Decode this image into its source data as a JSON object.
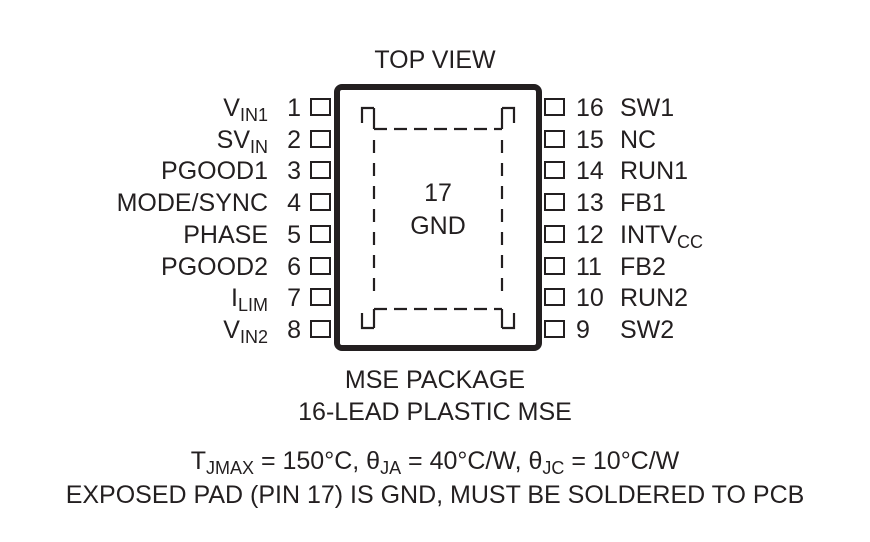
{
  "title": "TOP VIEW",
  "left_pins": [
    {
      "num": "1",
      "name": "V",
      "sub": "IN1",
      "tail": ""
    },
    {
      "num": "2",
      "name": "SV",
      "sub": "IN",
      "tail": ""
    },
    {
      "num": "3",
      "name": "PGOOD1",
      "sub": "",
      "tail": ""
    },
    {
      "num": "4",
      "name": "MODE/SYNC",
      "sub": "",
      "tail": ""
    },
    {
      "num": "5",
      "name": "PHASE",
      "sub": "",
      "tail": ""
    },
    {
      "num": "6",
      "name": "PGOOD2",
      "sub": "",
      "tail": ""
    },
    {
      "num": "7",
      "name": "I",
      "sub": "LIM",
      "tail": ""
    },
    {
      "num": "8",
      "name": "V",
      "sub": "IN2",
      "tail": ""
    }
  ],
  "right_pins": [
    {
      "num": "16",
      "name": "SW1",
      "sub": "",
      "tail": ""
    },
    {
      "num": "15",
      "name": "NC",
      "sub": "",
      "tail": ""
    },
    {
      "num": "14",
      "name": "RUN1",
      "sub": "",
      "tail": ""
    },
    {
      "num": "13",
      "name": "FB1",
      "sub": "",
      "tail": ""
    },
    {
      "num": "12",
      "name": "INTV",
      "sub": "CC",
      "tail": ""
    },
    {
      "num": "11",
      "name": "FB2",
      "sub": "",
      "tail": ""
    },
    {
      "num": "10",
      "name": "RUN2",
      "sub": "",
      "tail": ""
    },
    {
      "num": "9",
      "name": "SW2",
      "sub": "",
      "tail": ""
    }
  ],
  "exposed_pad": {
    "num": "17",
    "label": "GND"
  },
  "package_line1": "MSE PACKAGE",
  "package_line2": "16-LEAD PLASTIC MSE",
  "thermal": {
    "tj_main": "T",
    "tj_sub": "JMAX",
    "tj_val": " = 150°C, ",
    "ja_main": "θ",
    "ja_sub": "JA",
    "ja_val": " = 40°C/W, ",
    "jc_main": "θ",
    "jc_sub": "JC",
    "jc_val": " = 10°C/W"
  },
  "note": "EXPOSED PAD (PIN 17) IS GND, MUST BE SOLDERED TO PCB",
  "colors": {
    "ink": "#231f20",
    "background": "#ffffff"
  }
}
